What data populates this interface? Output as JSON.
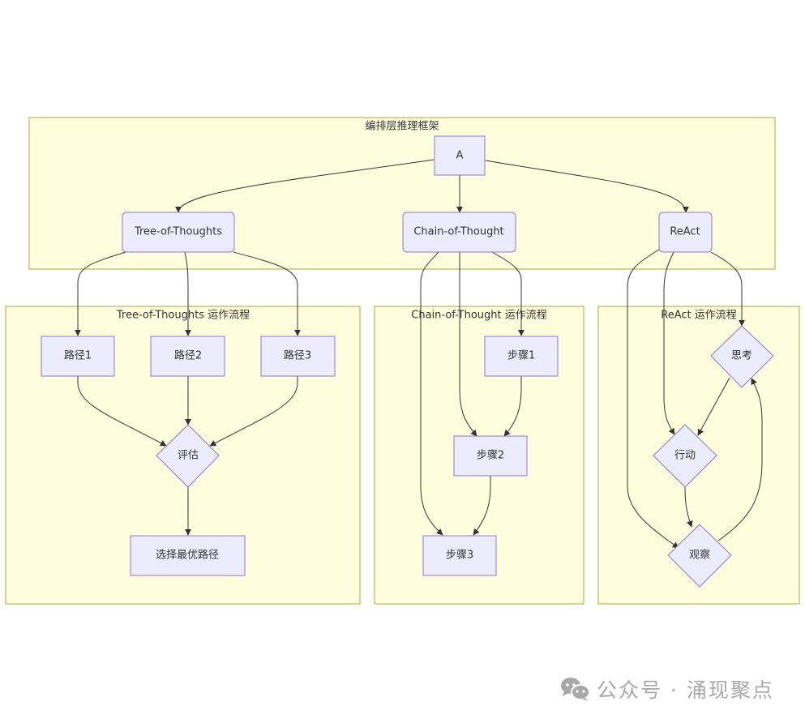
{
  "colors": {
    "cluster_fill": "#ffffde",
    "cluster_stroke": "#aaaa33",
    "node_fill": "#ececff",
    "node_stroke": "#9370db",
    "edge": "#333333",
    "text": "#333333",
    "watermark": "#a8a8a8"
  },
  "clusters": {
    "orchestration": "编排层推理框架",
    "tot": "Tree-of-Thoughts 运作流程",
    "cot": "Chain-of-Thought 运作流程",
    "react": "ReAct 运作流程"
  },
  "nodes": {
    "A": "A",
    "tot": "Tree-of-Thoughts",
    "cot": "Chain-of-Thought",
    "react": "ReAct",
    "path1": "路径1",
    "path2": "路径2",
    "path3": "路径3",
    "evaluate": "评估",
    "select_best": "选择最优路径",
    "step1": "步骤1",
    "step2": "步骤2",
    "step3": "步骤3",
    "think": "思考",
    "act": "行动",
    "observe": "观察"
  },
  "edges": [
    [
      "A",
      "tot"
    ],
    [
      "A",
      "cot"
    ],
    [
      "A",
      "react"
    ],
    [
      "tot",
      "path1"
    ],
    [
      "tot",
      "path2"
    ],
    [
      "tot",
      "path3"
    ],
    [
      "path1",
      "evaluate"
    ],
    [
      "path2",
      "evaluate"
    ],
    [
      "path3",
      "evaluate"
    ],
    [
      "evaluate",
      "select_best"
    ],
    [
      "cot",
      "step1"
    ],
    [
      "cot",
      "step2"
    ],
    [
      "cot",
      "step3"
    ],
    [
      "step1",
      "step2"
    ],
    [
      "step2",
      "step3"
    ],
    [
      "react",
      "think"
    ],
    [
      "react",
      "act"
    ],
    [
      "react",
      "observe"
    ],
    [
      "think",
      "act"
    ],
    [
      "act",
      "observe"
    ],
    [
      "observe",
      "think"
    ]
  ],
  "watermark": {
    "icon": "wechat-icon",
    "text": "公众号 · 涌现聚点"
  }
}
